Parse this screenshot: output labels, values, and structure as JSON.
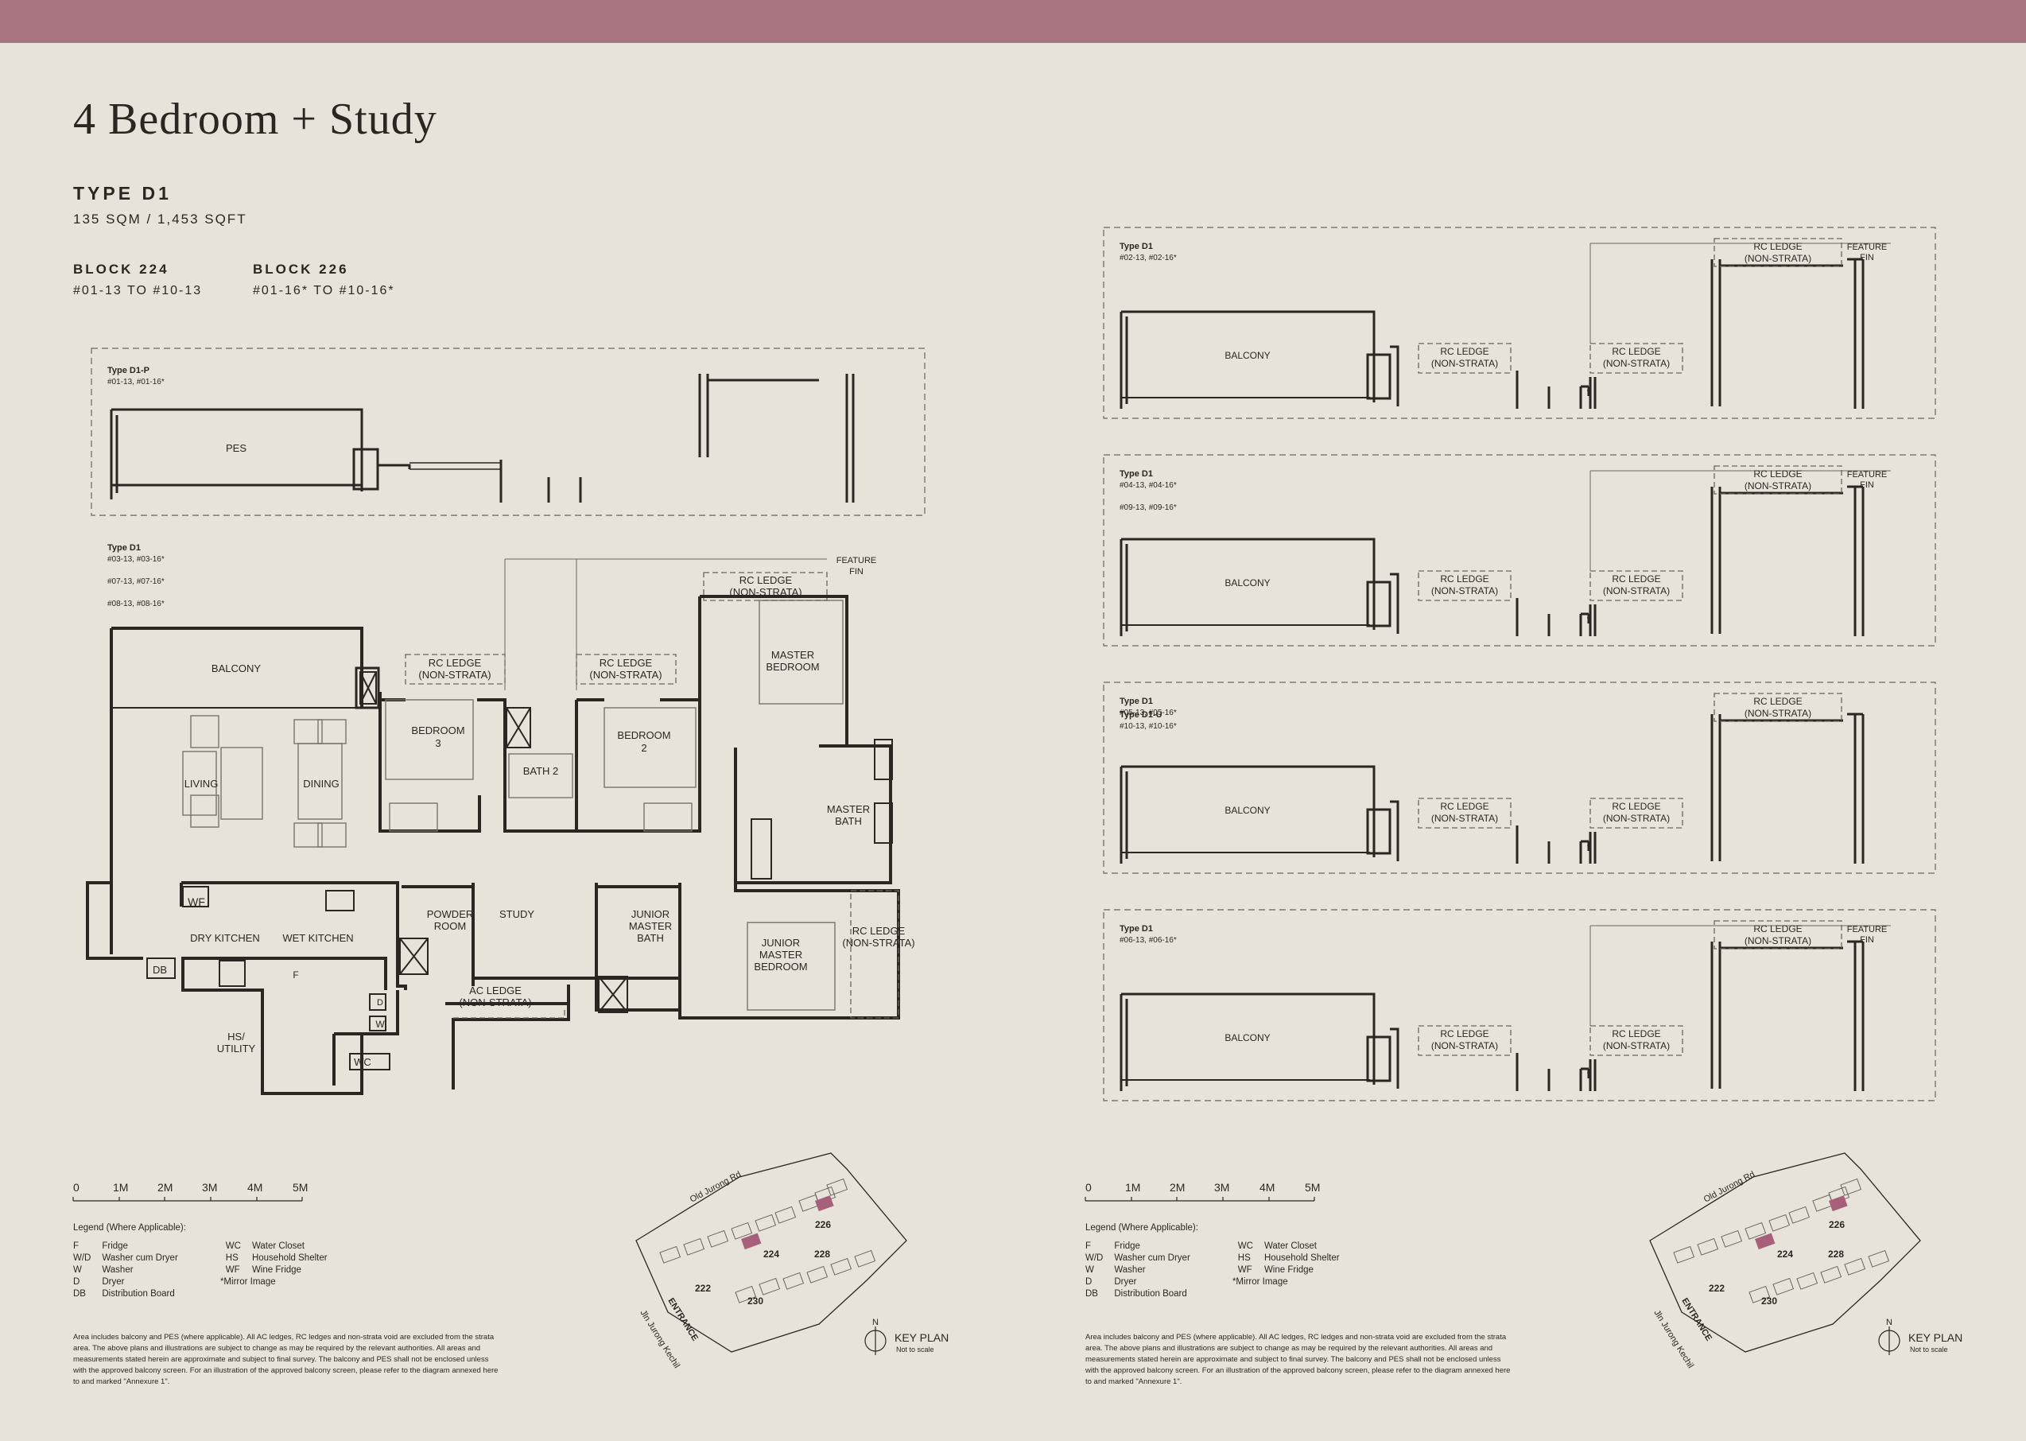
{
  "header": {
    "title": "4 Bedroom + Study",
    "type": "TYPE D1",
    "area": "135 SQM / 1,453 SQFT"
  },
  "blocks": [
    {
      "label": "BLOCK 224",
      "units": "#01-13 TO #10-13"
    },
    {
      "label": "BLOCK 226",
      "units": "#01-16* TO #10-16*"
    }
  ],
  "plans": {
    "d1p": {
      "title": "Type D1-P",
      "units": "#01-13, #01-16*",
      "room": "PES"
    },
    "main": {
      "title": "Type D1",
      "lines": [
        "#03-13, #03-16*",
        "#07-13, #07-16*",
        "#08-13, #08-16*"
      ]
    },
    "rooms": {
      "balcony": "BALCONY",
      "living": "LIVING",
      "dining": "DINING",
      "bedroom3": [
        "BEDROOM",
        "3"
      ],
      "bath2": "BATH 2",
      "bedroom2": [
        "BEDROOM",
        "2"
      ],
      "master_bedroom": [
        "MASTER",
        "BEDROOM"
      ],
      "master_bath": [
        "MASTER",
        "BATH"
      ],
      "dry_kitchen": "DRY KITCHEN",
      "wet_kitchen": "WET KITCHEN",
      "powder": [
        "POWDER",
        "ROOM"
      ],
      "study": "STUDY",
      "jr_master_bath": [
        "JUNIOR",
        "MASTER",
        "BATH"
      ],
      "jr_master_bedroom": [
        "JUNIOR",
        "MASTER",
        "BEDROOM"
      ],
      "hs": [
        "HS/",
        "UTILITY"
      ],
      "wc": "WC",
      "ac_ledge": [
        "AC LEDGE",
        "(NON-STRATA)"
      ],
      "rc_ledge": [
        "RC LEDGE",
        "(NON-STRATA)"
      ],
      "feature_fin": [
        "FEATURE",
        "FIN"
      ],
      "wf": "WF",
      "db": "DB",
      "f": "F",
      "w": "W",
      "d": "D"
    },
    "right": [
      {
        "title": "Type D1",
        "lines": [
          "#02-13, #02-16*"
        ]
      },
      {
        "title": "Type D1",
        "lines": [
          "#04-13, #04-16*",
          "#09-13, #09-16*"
        ]
      },
      {
        "title": "Type D1",
        "lines": [
          "#05-13, #05-16*"
        ],
        "title2": "Type D1-U",
        "lines2": [
          "#10-13, #10-16*"
        ]
      },
      {
        "title": "Type D1",
        "lines": [
          "#06-13, #06-16*"
        ]
      }
    ]
  },
  "scale": [
    "0",
    "1M",
    "2M",
    "3M",
    "4M",
    "5M"
  ],
  "legend": {
    "heading": "Legend (Where Applicable):",
    "col1": [
      [
        "F",
        "Fridge"
      ],
      [
        "W/D",
        "Washer cum Dryer"
      ],
      [
        "W",
        "Washer"
      ],
      [
        "D",
        "Dryer"
      ],
      [
        "DB",
        "Distribution Board"
      ]
    ],
    "col2": [
      [
        "WC",
        "Water Closet"
      ],
      [
        "HS",
        "Household Shelter"
      ],
      [
        "WF",
        "Wine Fridge"
      ],
      [
        "",
        "*Mirror Image"
      ]
    ]
  },
  "note": "Area includes balcony and PES (where applicable). All AC ledges, RC ledges and non-strata void are excluded from the strata area. The above plans and illustrations are subject to change as may be required by the relevant authorities. All areas and measurements stated herein are approximate and subject to final survey. The balcony and PES shall not be enclosed unless with the approved balcony screen. For an illustration of the approved balcony screen, please refer to the diagram annexed here to and marked \"Annexure 1\".",
  "keyplan": {
    "road1": "Old Jurong Rd",
    "road2": "Jln Jurong Kechil",
    "entrance": "ENTRANCE",
    "blocks": [
      "226",
      "224",
      "228",
      "222",
      "230"
    ],
    "label": "KEY PLAN",
    "sub": "Not to scale",
    "north": "N"
  },
  "colors": {
    "topbar": "#a87580",
    "background": "#e8e3da",
    "highlight": "#a8607a"
  }
}
